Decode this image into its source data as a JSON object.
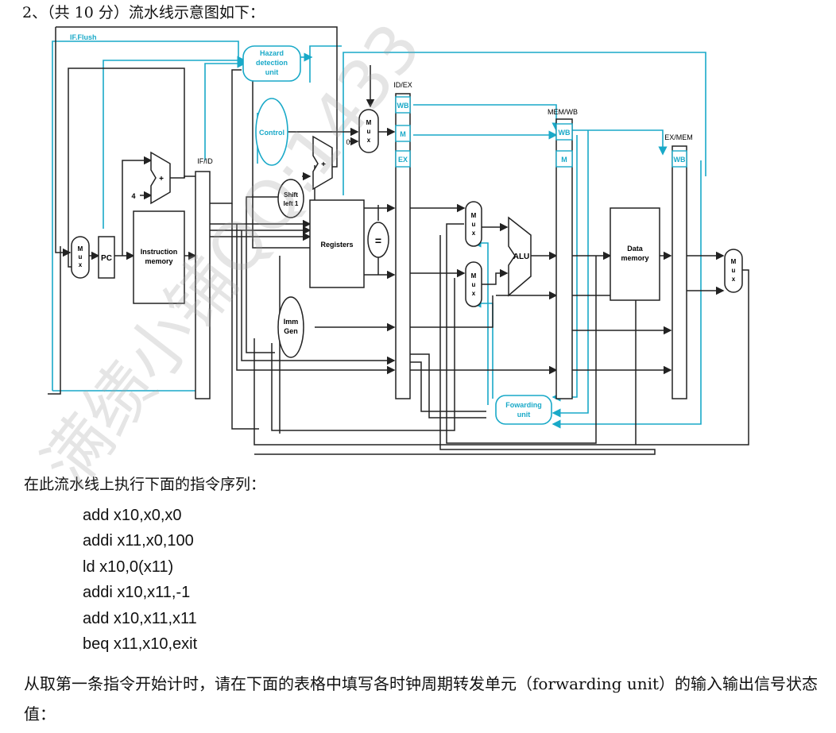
{
  "question": {
    "heading": "2、（共 10 分）流水线示意图如下：",
    "intro": "在此流水线上执行下面的指令序列：",
    "instructions": [
      "add x10,x0,x0",
      "addi x11,x0,100",
      "ld x10,0(x11)",
      "addi x10,x11,-1",
      "add x10,x11,x11",
      "beq x11,x10,exit"
    ],
    "prompt": "从取第一条指令开始计时，请在下面的表格中填写各时钟周期转发单元（forwarding unit）的输入输出信号状态值："
  },
  "diagram": {
    "if_flush": "IF.Flush",
    "hazard_unit": [
      "Hazard",
      "detection",
      "unit"
    ],
    "control": "Control",
    "pc": "PC",
    "adder_plus": "+",
    "const_four": "4",
    "const_zero": "0",
    "instruction_memory": [
      "Instruction",
      "memory"
    ],
    "registers": "Registers",
    "equal": "=",
    "shift_left": [
      "Shift",
      "left 1"
    ],
    "imm_gen": [
      "Imm",
      "Gen"
    ],
    "alu": "ALU",
    "data_memory": [
      "Data",
      "memory"
    ],
    "forwarding_unit": [
      "Fowarding",
      "unit"
    ],
    "mux": [
      "M",
      "u",
      "x"
    ],
    "reg_if_id": "IF/ID",
    "reg_id_ex": "ID/EX",
    "reg_mem_wb": "MEM/WB",
    "reg_ex_mem": "EX/MEM",
    "field_wb": "WB",
    "field_m": "M",
    "field_ex": "EX"
  },
  "watermark": "满绩小铺QQ:1433"
}
